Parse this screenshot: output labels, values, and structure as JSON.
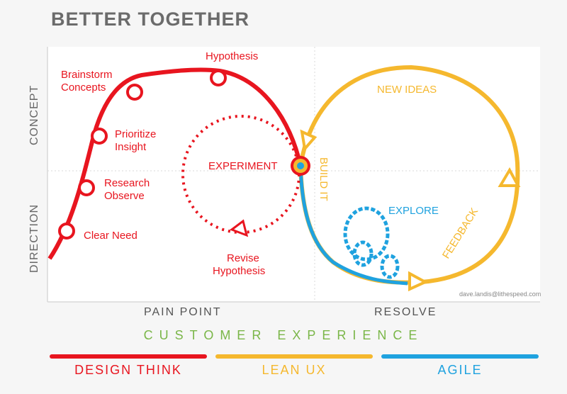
{
  "title": "BETTER TOGETHER",
  "axes": {
    "y_top": "CONCEPT",
    "y_bottom": "DIRECTION",
    "x_left": "PAIN POINT",
    "x_right": "RESOLVE"
  },
  "design_labels": {
    "hypothesis": "Hypothesis",
    "brainstorm": [
      "Brainstorm",
      "Concepts"
    ],
    "prioritize": [
      "Prioritize",
      "Insight"
    ],
    "research": [
      "Research",
      "Observe"
    ],
    "clear_need": "Clear Need",
    "experiment": "EXPERIMENT",
    "revise": [
      "Revise",
      "Hypothesis"
    ]
  },
  "lean_labels": {
    "new_ideas": "NEW IDEAS",
    "build_it": "BUILD IT",
    "feedback": "FEEDBACK"
  },
  "agile_labels": {
    "explore": "EXPLORE"
  },
  "credit": "dave.landis@lithespeed.com",
  "customer_experience": "CUSTOMER EXPERIENCE",
  "legend": [
    {
      "label": "DESIGN THINK",
      "color": "#e8151f"
    },
    {
      "label": "LEAN UX",
      "color": "#f5b82e"
    },
    {
      "label": "AGILE",
      "color": "#1fa2df"
    }
  ],
  "colors": {
    "red": "#e8151f",
    "yellow": "#f5b82e",
    "blue": "#1fa2df",
    "grey": "#6b6b6b",
    "green": "#7ab648"
  }
}
